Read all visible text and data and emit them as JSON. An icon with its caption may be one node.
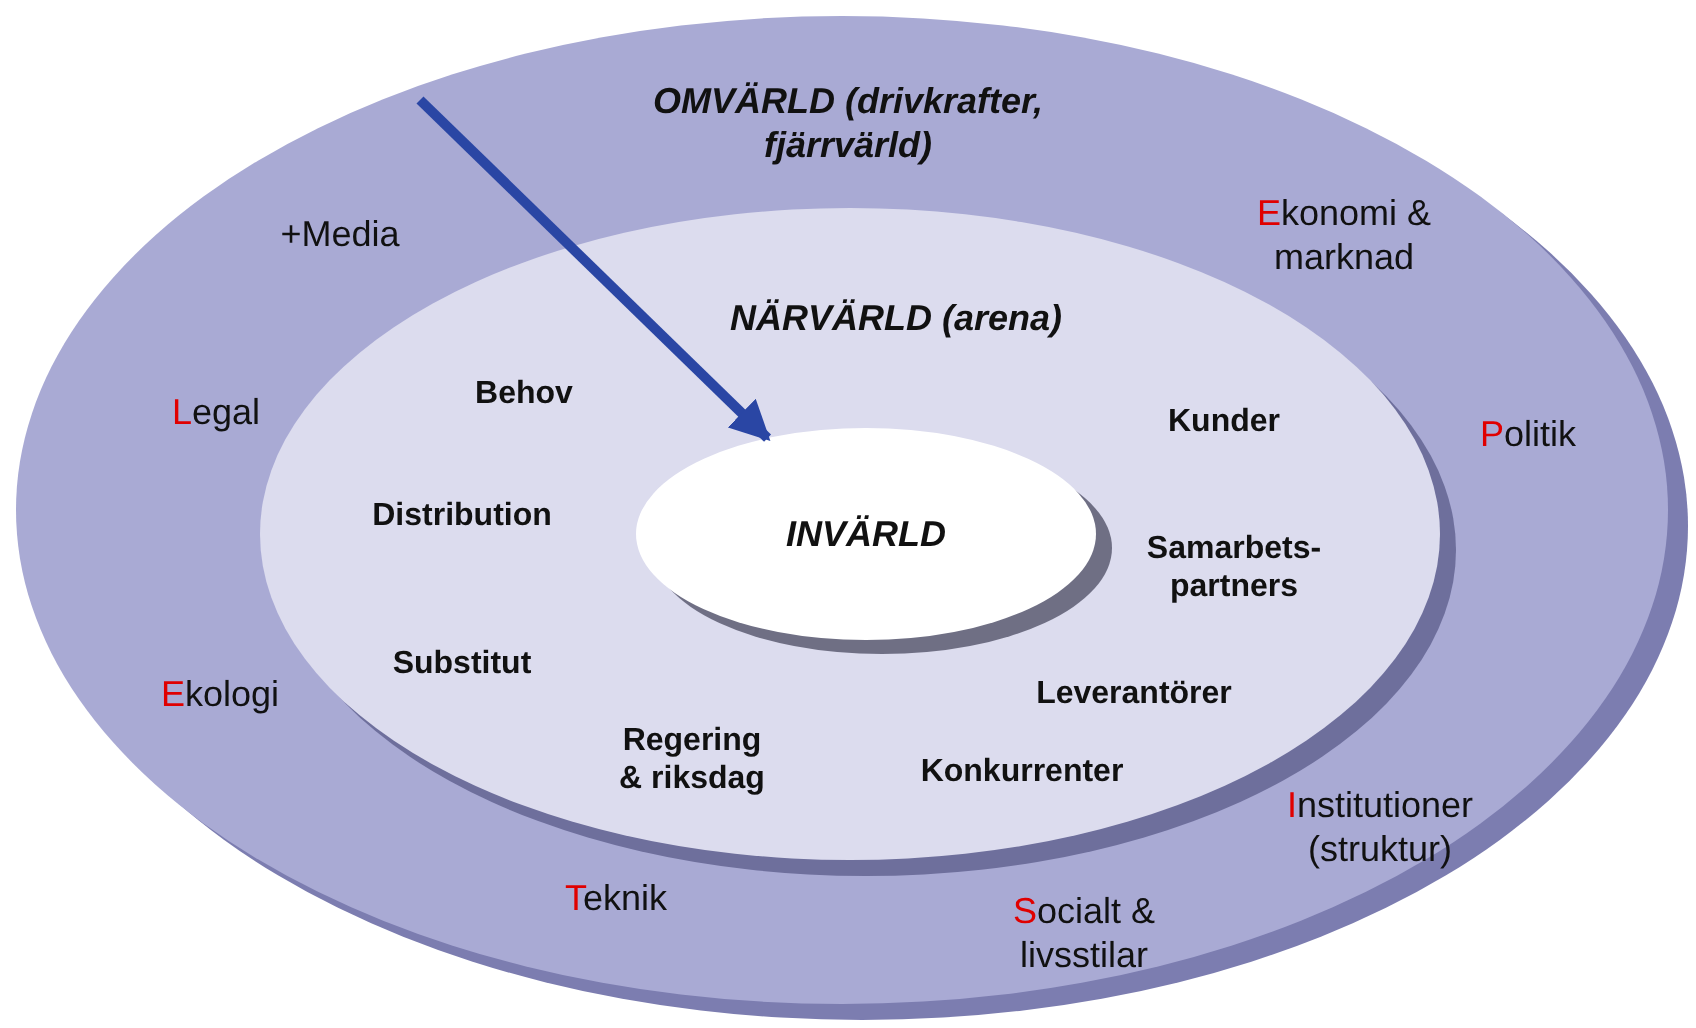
{
  "diagram": {
    "nodes": [
      {
        "text": [
          "OMVÄRLD (drivkrafter, fjärrvärld)"
        ]
      },
      {
        "text": [
          "NÄRVÄRLD (arena)"
        ],
        "in": 0
      },
      {
        "text": [
          "INVÄRLD"
        ],
        "in": 1
      }
    ],
    "edges": [
      {
        "from": null,
        "to": 2,
        "arrow": "to"
      }
    ],
    "labels": [
      "+Media",
      "Ekonomi & marknad",
      "Legal",
      "Behov",
      "Kunder",
      "Politik",
      "Distribution",
      "Samarbets- partners",
      "Substitut",
      "Ekologi",
      "Leverantörer",
      "Regering & riksdag",
      "Konkurrenter",
      "Institutioner (struktur)",
      "Teknik",
      "Socialt & livsstilar"
    ]
  }
}
